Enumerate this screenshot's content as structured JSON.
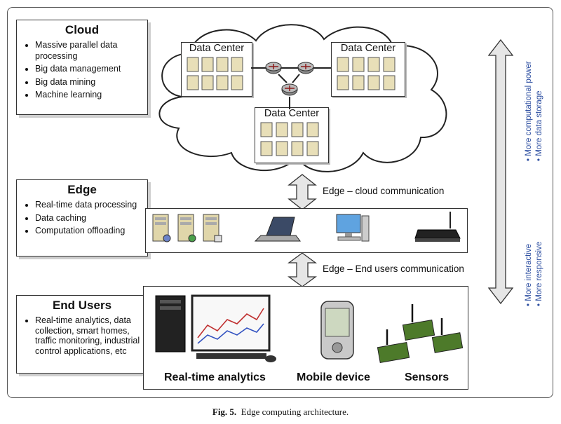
{
  "cloud": {
    "title": "Cloud",
    "features": [
      "Massive parallel data processing",
      "Big data management",
      "Big data mining",
      "Machine learning"
    ],
    "data_centers": [
      "Data Center",
      "Data Center",
      "Data Center"
    ]
  },
  "edge": {
    "title": "Edge",
    "features": [
      "Real-time data processing",
      "Data caching",
      "Computation offloading"
    ],
    "communication": "Edge – cloud communication"
  },
  "end_users": {
    "title": "End Users",
    "description": "Real-time analytics, data collection, smart homes, traffic monitoring, industrial control applications, etc",
    "communication": "Edge – End users communication",
    "devices": [
      "Real-time analytics",
      "Mobile device",
      "Sensors"
    ]
  },
  "side_axis": {
    "top": [
      "More computational power",
      "More data storage"
    ],
    "bottom": [
      "More interactive",
      "More responsive"
    ]
  },
  "caption": {
    "label": "Fig. 5.",
    "text": "Edge computing architecture."
  },
  "colors": {
    "side_text": "#2b4da0",
    "arrow_fill": "#e6e6e6",
    "device_green": "#4d7a2a"
  }
}
